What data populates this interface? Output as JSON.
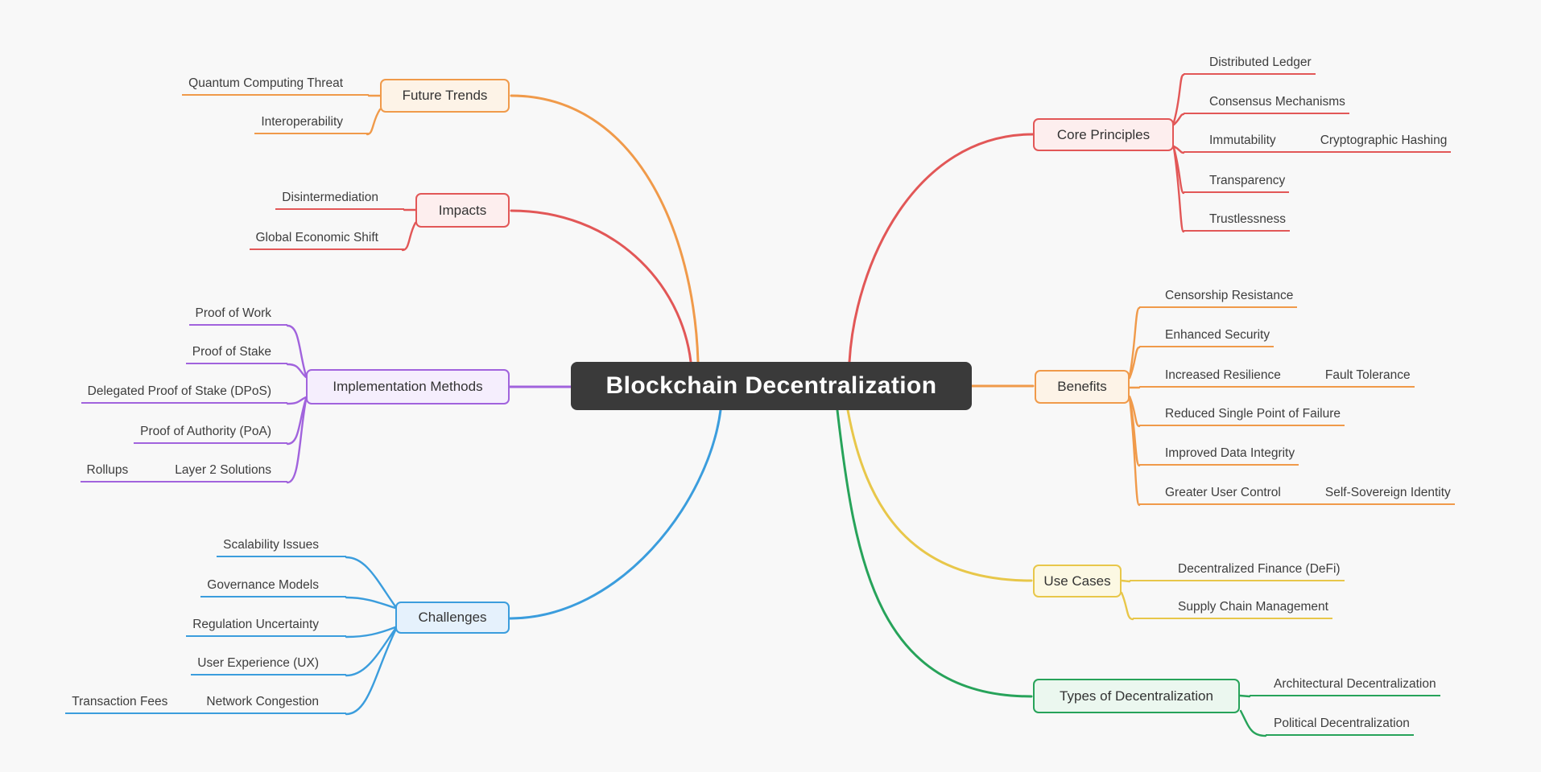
{
  "page": {
    "background": "#f8f8f8",
    "text_color": "#3d3d3d"
  },
  "root": {
    "label": "Blockchain Decentralization",
    "background": "#3a3a3a",
    "text_color": "#ffffff"
  },
  "branches": [
    {
      "id": "core-principles",
      "label": "Core Principles",
      "color": "#e25757",
      "fill": "#fdeeee",
      "children": [
        {
          "label": "Distributed Ledger"
        },
        {
          "label": "Consensus Mechanisms"
        },
        {
          "label": "Immutability",
          "children": [
            {
              "label": "Cryptographic Hashing"
            }
          ]
        },
        {
          "label": "Transparency"
        },
        {
          "label": "Trustlessness"
        }
      ]
    },
    {
      "id": "benefits",
      "label": "Benefits",
      "color": "#f09a4a",
      "fill": "#fdf3e7",
      "children": [
        {
          "label": "Censorship Resistance"
        },
        {
          "label": "Enhanced Security"
        },
        {
          "label": "Increased Resilience",
          "children": [
            {
              "label": "Fault Tolerance"
            }
          ]
        },
        {
          "label": "Reduced Single Point of Failure"
        },
        {
          "label": "Improved Data Integrity"
        },
        {
          "label": "Greater User Control",
          "children": [
            {
              "label": "Self-Sovereign Identity"
            }
          ]
        }
      ]
    },
    {
      "id": "use-cases",
      "label": "Use Cases",
      "color": "#e8c74a",
      "fill": "#fcf8e3",
      "children": [
        {
          "label": "Decentralized Finance (DeFi)"
        },
        {
          "label": "Supply Chain Management"
        }
      ]
    },
    {
      "id": "types-of-decentralization",
      "label": "Types of Decentralization",
      "color": "#27a35a",
      "fill": "#ebf7ef",
      "children": [
        {
          "label": "Architectural Decentralization"
        },
        {
          "label": "Political Decentralization"
        }
      ]
    },
    {
      "id": "future-trends",
      "label": "Future Trends",
      "color": "#f09a4a",
      "fill": "#fdf3e7",
      "children": [
        {
          "label": "Quantum Computing Threat"
        },
        {
          "label": "Interoperability"
        }
      ]
    },
    {
      "id": "impacts",
      "label": "Impacts",
      "color": "#e25757",
      "fill": "#fdeeee",
      "children": [
        {
          "label": "Disintermediation"
        },
        {
          "label": "Global Economic Shift"
        }
      ]
    },
    {
      "id": "implementation-methods",
      "label": "Implementation Methods",
      "color": "#a163dd",
      "fill": "#f5eefd",
      "children": [
        {
          "label": "Proof of Work"
        },
        {
          "label": "Proof of Stake"
        },
        {
          "label": "Delegated Proof of Stake (DPoS)"
        },
        {
          "label": "Proof of Authority (PoA)"
        },
        {
          "label": "Layer 2 Solutions",
          "children": [
            {
              "label": "Rollups"
            }
          ]
        }
      ]
    },
    {
      "id": "challenges",
      "label": "Challenges",
      "color": "#3b9ddd",
      "fill": "#e5f1fc",
      "children": [
        {
          "label": "Scalability Issues"
        },
        {
          "label": "Governance Models"
        },
        {
          "label": "Regulation Uncertainty"
        },
        {
          "label": "User Experience (UX)"
        },
        {
          "label": "Network Congestion",
          "children": [
            {
              "label": "Transaction Fees"
            }
          ]
        }
      ]
    }
  ]
}
